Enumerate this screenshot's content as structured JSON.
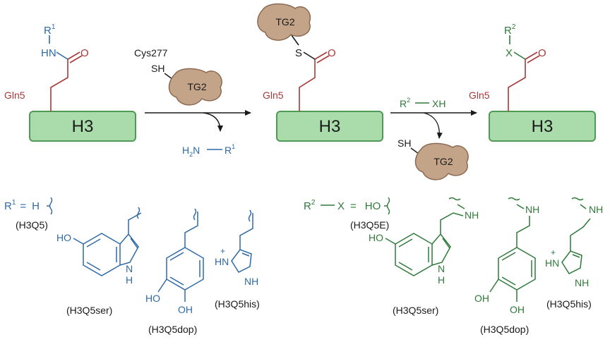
{
  "colors": {
    "blue": "#2f6aa8",
    "red": "#a63a3a",
    "green": "#2f7a3a",
    "box_fill": "#a9dcaa",
    "box_stroke": "#4f9a55",
    "enzyme_fill": "#c4a489",
    "enzyme_stroke": "#8a6a52"
  },
  "step1": {
    "substituent_r": "R",
    "substituent_sup": "1",
    "nh": "HN",
    "carbonyl_o": "O",
    "residue": "Gln5",
    "histone": "H3"
  },
  "enzyme_in": {
    "cys_label": "Cys277",
    "thiol": "SH",
    "enzyme": "TG2"
  },
  "amine_out": {
    "h2n": "H",
    "h2n_sub": "2",
    "n": "N",
    "r": "R",
    "r_sup": "1"
  },
  "step2": {
    "enzyme": "TG2",
    "sulfur": "S",
    "carbonyl_o": "O",
    "residue": "Gln5",
    "histone": "H3"
  },
  "nucleophile": {
    "r": "R",
    "r_sup": "2",
    "xh": "XH"
  },
  "enzyme_out": {
    "thiol": "SH",
    "enzyme": "TG2"
  },
  "step3": {
    "r": "R",
    "r_sup": "2",
    "x": "X",
    "carbonyl_o": "O",
    "residue": "Gln5",
    "histone": "H3"
  },
  "r1_panel": {
    "lhs": "R",
    "lhs_sup": "1",
    "eq": "=",
    "h": "H",
    "q5": "(H3Q5)",
    "ser_label": "(H3Q5ser)",
    "dop_label": "(H3Q5dop)",
    "his_label": "(H3Q5his)",
    "ho": "HO",
    "oh": "OH",
    "nh_indole": "N",
    "nh_indole_h": "H",
    "im_n1": "N",
    "im_h1": "H",
    "im_plus": "+",
    "im_nh": "NH"
  },
  "r2_panel": {
    "lhs_r": "R",
    "lhs_sup": "2",
    "lhs_x": "X",
    "eq": "=",
    "ho": "HO",
    "q5e": "(H3Q5E)",
    "nh": "NH",
    "ser_label": "(H3Q5ser)",
    "dop_label": "(H3Q5dop)",
    "his_label": "(H3Q5his)",
    "oh": "OH",
    "nh_indole": "N",
    "nh_indole_h": "H",
    "im_n1": "N",
    "im_h1": "H",
    "im_plus": "+",
    "im_nh": "NH"
  }
}
